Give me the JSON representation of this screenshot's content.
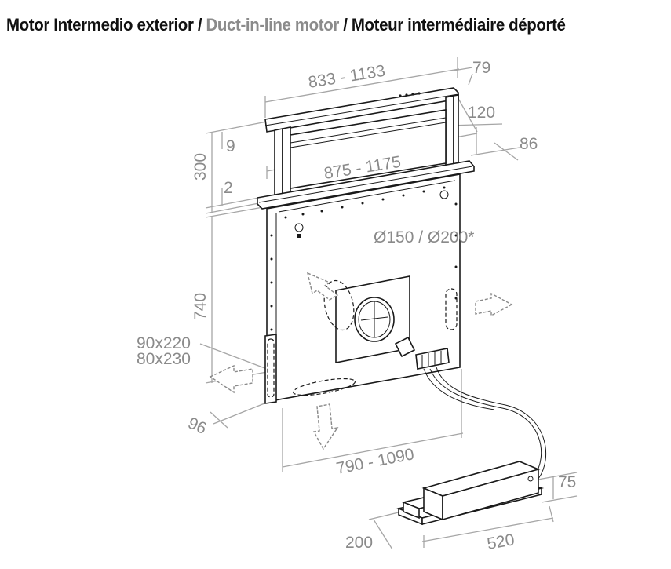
{
  "title": {
    "part1": "Motor Intermedio exterior  / ",
    "part2": "Duct-in-line motor",
    "part3": " / ",
    "part4": "Moteur intermédiaire déporté"
  },
  "dimensions": {
    "top_width": "833 - 1133",
    "top_depth": "79",
    "side_depth": "120",
    "lower_width": "875 - 1175",
    "lower_depth": "86",
    "rise": "300",
    "top_gap": "9",
    "bottom_gap": "2",
    "duct_diameter": "Ø150 / Ø200*",
    "body_height": "740",
    "outlet_1": "90x220",
    "outlet_2": "80x230",
    "bottom_depth": "96",
    "bottom_width": "790 - 1090",
    "motor_height": "75",
    "motor_depth": "200",
    "motor_length": "520"
  },
  "colors": {
    "title_dark": "#111111",
    "title_grey": "#8b8b8b",
    "dimension_text": "#8a8a8a"
  }
}
